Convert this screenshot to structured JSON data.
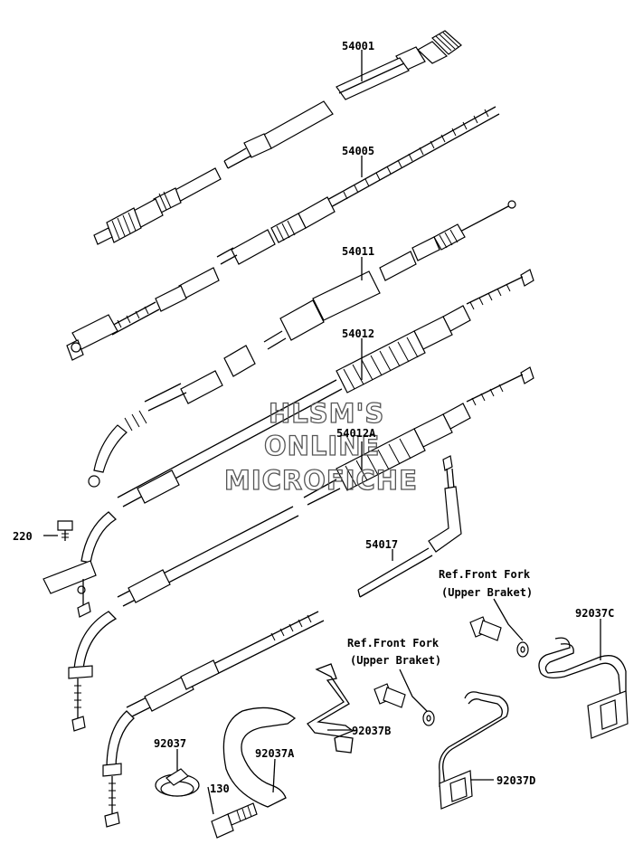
{
  "watermark": {
    "line1": "HLSM'S",
    "line2": "ONLINE",
    "line3": "MICROFICHE"
  },
  "parts": {
    "p54001": "54001",
    "p54005": "54005",
    "p54011": "54011",
    "p54012": "54012",
    "p54012A": "54012A",
    "p54017": "54017",
    "p220": "220",
    "p92037": "92037",
    "p92037A": "92037A",
    "p92037B": "92037B",
    "p92037C": "92037C",
    "p92037D": "92037D",
    "p130": "130"
  },
  "refs": {
    "ref1_line1": "Ref.Front Fork",
    "ref1_line2": "(Upper Braket)",
    "ref2_line1": "Ref.Front Fork",
    "ref2_line2": "(Upper Braket)"
  }
}
